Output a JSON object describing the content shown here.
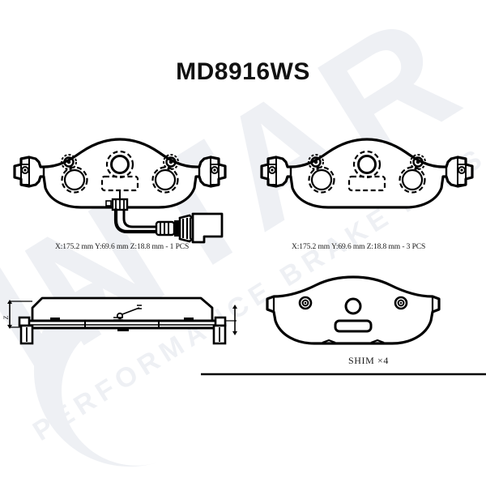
{
  "document": {
    "part_number": "MD8916WS",
    "background_color": "#ffffff",
    "line_color": "#000000",
    "watermark_color": "#eef0f4"
  },
  "watermark": {
    "brand_mark": "C",
    "brand_text": "INTAR",
    "tagline": "PERFORMANCE BRAKE PADS"
  },
  "views": {
    "pad_with_sensor": {
      "name": "Front brake pad with wear sensor (top view)",
      "dimension_text": "X:175.2 mm  Y:69.6 mm  Z:18.8 mm  - 1 PCS",
      "x_mm": "175.2",
      "y_mm": "69.6",
      "z_mm": "18.8",
      "quantity": "1 PCS",
      "has_wear_sensor": "yes"
    },
    "pad_plain": {
      "name": "Front brake pad (top view)",
      "dimension_text": "X:175.2 mm  Y:69.6 mm  Z:18.8 mm  - 3 PCS",
      "x_mm": "175.2",
      "y_mm": "69.6",
      "z_mm": "18.8",
      "quantity": "3 PCS",
      "has_wear_sensor": "no"
    },
    "side_profile": {
      "name": "Brake pad side profile (edge view)",
      "thickness_callout": "Z"
    },
    "shim": {
      "name": "Anti-squeal shim plate",
      "label": "SHIM ×4",
      "quantity": "4"
    }
  }
}
